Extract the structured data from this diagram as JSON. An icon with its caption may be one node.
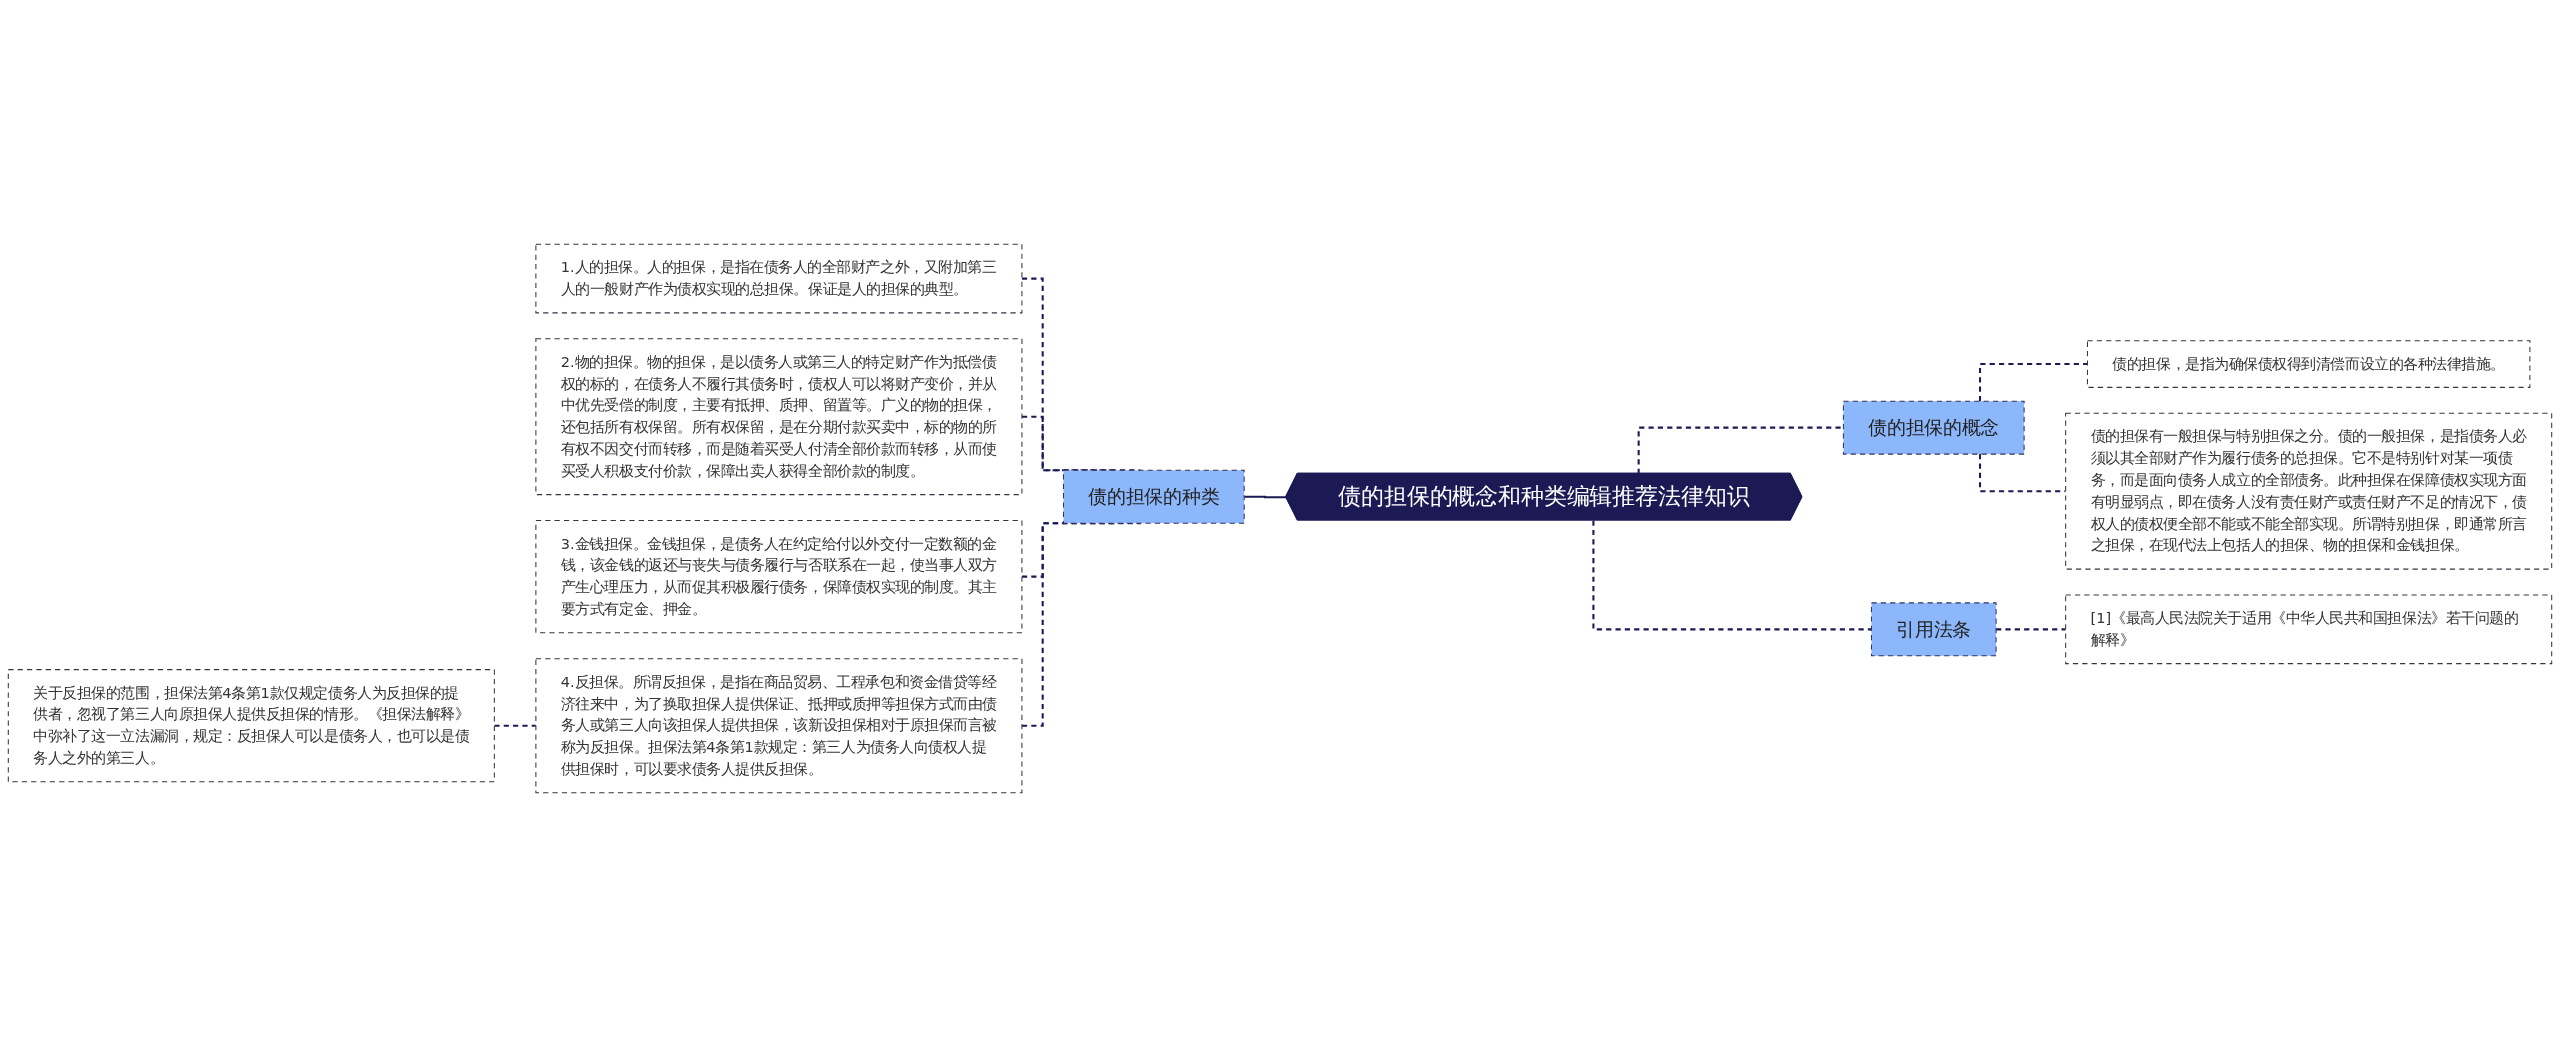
{
  "diagram": {
    "nodes": [
      {
        "text": [
          "债的担保的概念和种类编辑推荐法律知识"
        ]
      },
      {
        "text": [
          "债的担保的种类"
        ]
      },
      {
        "text": [
          "1.人的担保。人的担保，是指在债务人的全部财产之外，又附加第三人的一般财产作为债权实现的总担保。保证是人的担保的典型。"
        ]
      },
      {
        "text": [
          "2.物的担保。物的担保，是以债务人或第三人的特定财产作为抵偿债权的标的，在债务人不履行其债务时，债权人可以将财产变价，并从中优先受偿的制度，主要有抵押、质押、留置等。广义的物的担保，还包括所有权保留。所有权保留，是在分期付款买卖中，标的物的所有权不因交付而转移，而是随着买受人付清全部价款而转移，从而使买受人积极支付价款，保障出卖人获得全部价款的制度。"
        ]
      },
      {
        "text": [
          "3.金钱担保。金钱担保，是债务人在约定给付以外交付一定数额的金钱，该金钱的返还与丧失与债务履行与否联系在一起，使当事人双方产生心理压力，从而促其积极履行债务，保障债权实现的制度。其主要方式有定金、押金。"
        ]
      },
      {
        "text": [
          "4.反担保。所谓反担保，是指在商品贸易、工程承包和资金借贷等经济往来中，为了换取担保人提供保证、抵押或质押等担保方式而由债务人或第三人向该担保人提供担保，该新设担保相对于原担保而言被称为反担保。担保法第4条第1款规定：第三人为债务人向债权人提供担保时，可以要求债务人提供反担保。"
        ]
      },
      {
        "text": [
          "关于反担保的范围，担保法第4条第1款仅规定债务人为反担保的提供者，忽视了第三人向原担保人提供反担保的情形。《担保法解释》中弥补了这一立法漏洞，规定：反担保人可以是债务人，也可以是债务人之外的第三人。"
        ]
      },
      {
        "text": [
          "债的担保的概念"
        ]
      },
      {
        "text": [
          "债的担保，是指为确保债权得到清偿而设立的各种法律措施。"
        ]
      },
      {
        "text": [
          "债的担保有一般担保与特别担保之分。债的一般担保，是指债务人必须以其全部财产作为履行债务的总担保。它不是特别针对某一项债务，而是面向债务人成立的全部债务。此种担保在保障债权实现方面有明显弱点，即在债务人没有责任财产或责任财产不足的情况下，债权人的债权便全部不能或不能全部实现。所谓特别担保，即通常所言之担保，在现代法上包括人的担保、物的担保和金钱担保。"
        ]
      },
      {
        "text": [
          "引用法条"
        ]
      },
      {
        "text": [
          "[1]《最高人民法院关于适用《中华人民共和国担保法》若干问题的解释》"
        ]
      }
    ],
    "edges": [
      {
        "from": 0,
        "to": 1,
        "arrow": "none"
      },
      {
        "from": 1,
        "to": 2,
        "arrow": "none",
        "style": "dashed"
      },
      {
        "from": 1,
        "to": 3,
        "arrow": "none",
        "style": "dashed"
      },
      {
        "from": 1,
        "to": 4,
        "arrow": "none",
        "style": "dashed"
      },
      {
        "from": 1,
        "to": 5,
        "arrow": "none",
        "style": "dashed"
      },
      {
        "from": 5,
        "to": 6,
        "arrow": "none",
        "style": "dashed"
      },
      {
        "from": 0,
        "to": 7,
        "arrow": "none",
        "style": "dashed"
      },
      {
        "from": 7,
        "to": 8,
        "arrow": "none",
        "style": "dashed"
      },
      {
        "from": 7,
        "to": 9,
        "arrow": "none",
        "style": "dashed"
      },
      {
        "from": 0,
        "to": 10,
        "arrow": "none",
        "style": "dashed"
      },
      {
        "from": 10,
        "to": 11,
        "arrow": "none",
        "style": "dashed"
      }
    ]
  }
}
